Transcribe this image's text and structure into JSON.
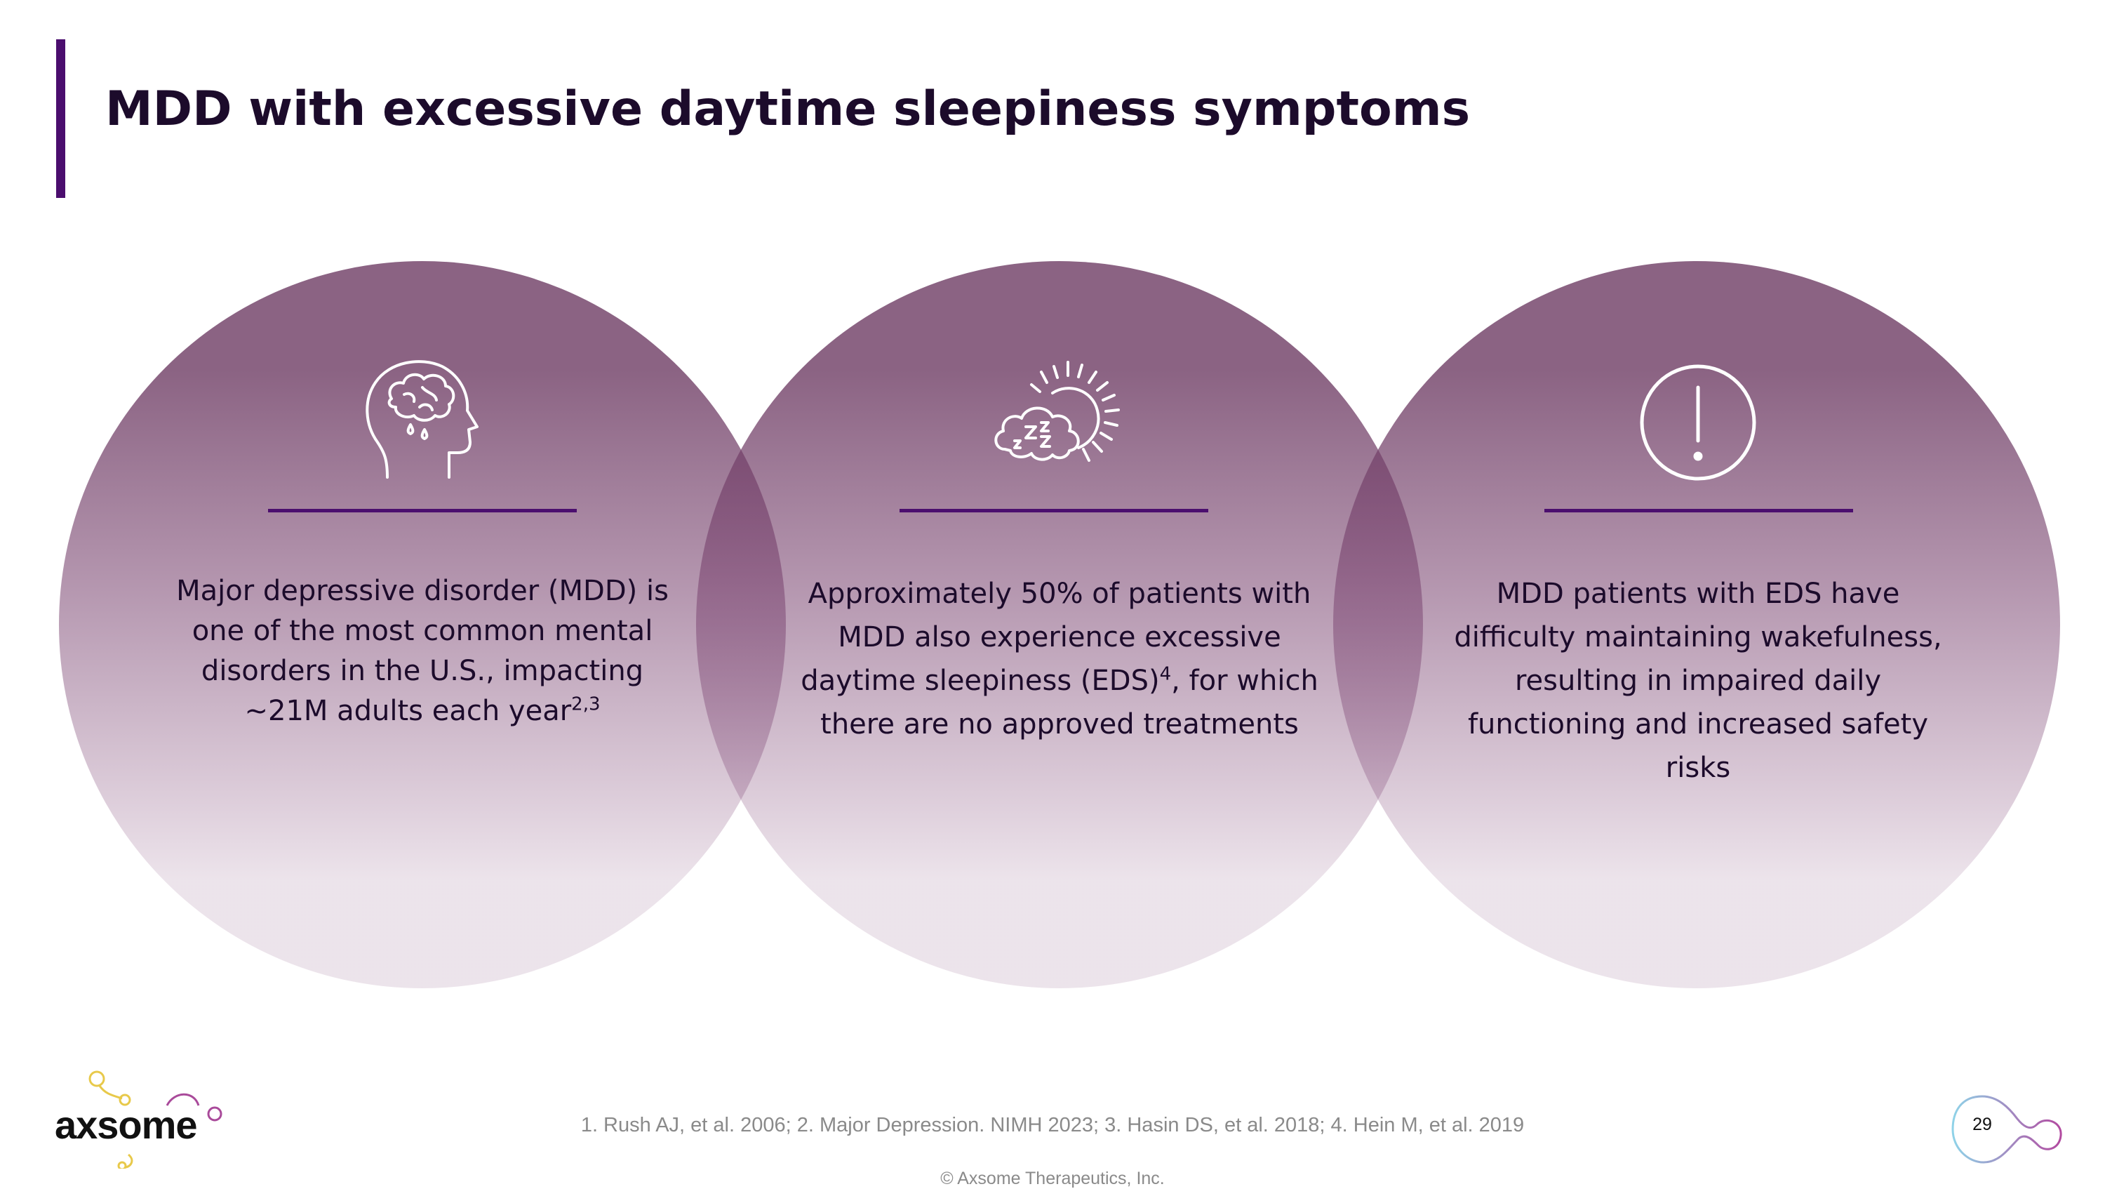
{
  "slide": {
    "title": "MDD with excessive daytime sleepiness symptoms",
    "accent_color": "#4b0e6e",
    "circle_color": "#8e6686"
  },
  "cards": [
    {
      "icon": "head-brain-tears-icon",
      "text": "Major depressive disorder (MDD) is one of the most common mental disorders in the U.S., impacting ~21M adults each year",
      "superscript": "2,3"
    },
    {
      "icon": "sleep-cloud-sun-icon",
      "text_before": "Approximately 50% of patients with MDD also experience excessive daytime sleepiness (EDS)",
      "superscript": "4",
      "text_after": ", for which there are no approved treatments"
    },
    {
      "icon": "exclamation-circle-icon",
      "text": "MDD patients with EDS have difficulty maintaining wakefulness, resulting in impaired daily functioning and increased safety risks"
    }
  ],
  "footer": {
    "references": "1. Rush AJ, et al. 2006; 2. Major Depression. NIMH 2023; 3. Hasin DS, et al. 2018; 4. Hein M, et al. 2019",
    "copyright": "© Axsome Therapeutics, Inc.",
    "logo_text": "axsome",
    "page_number": "29"
  }
}
